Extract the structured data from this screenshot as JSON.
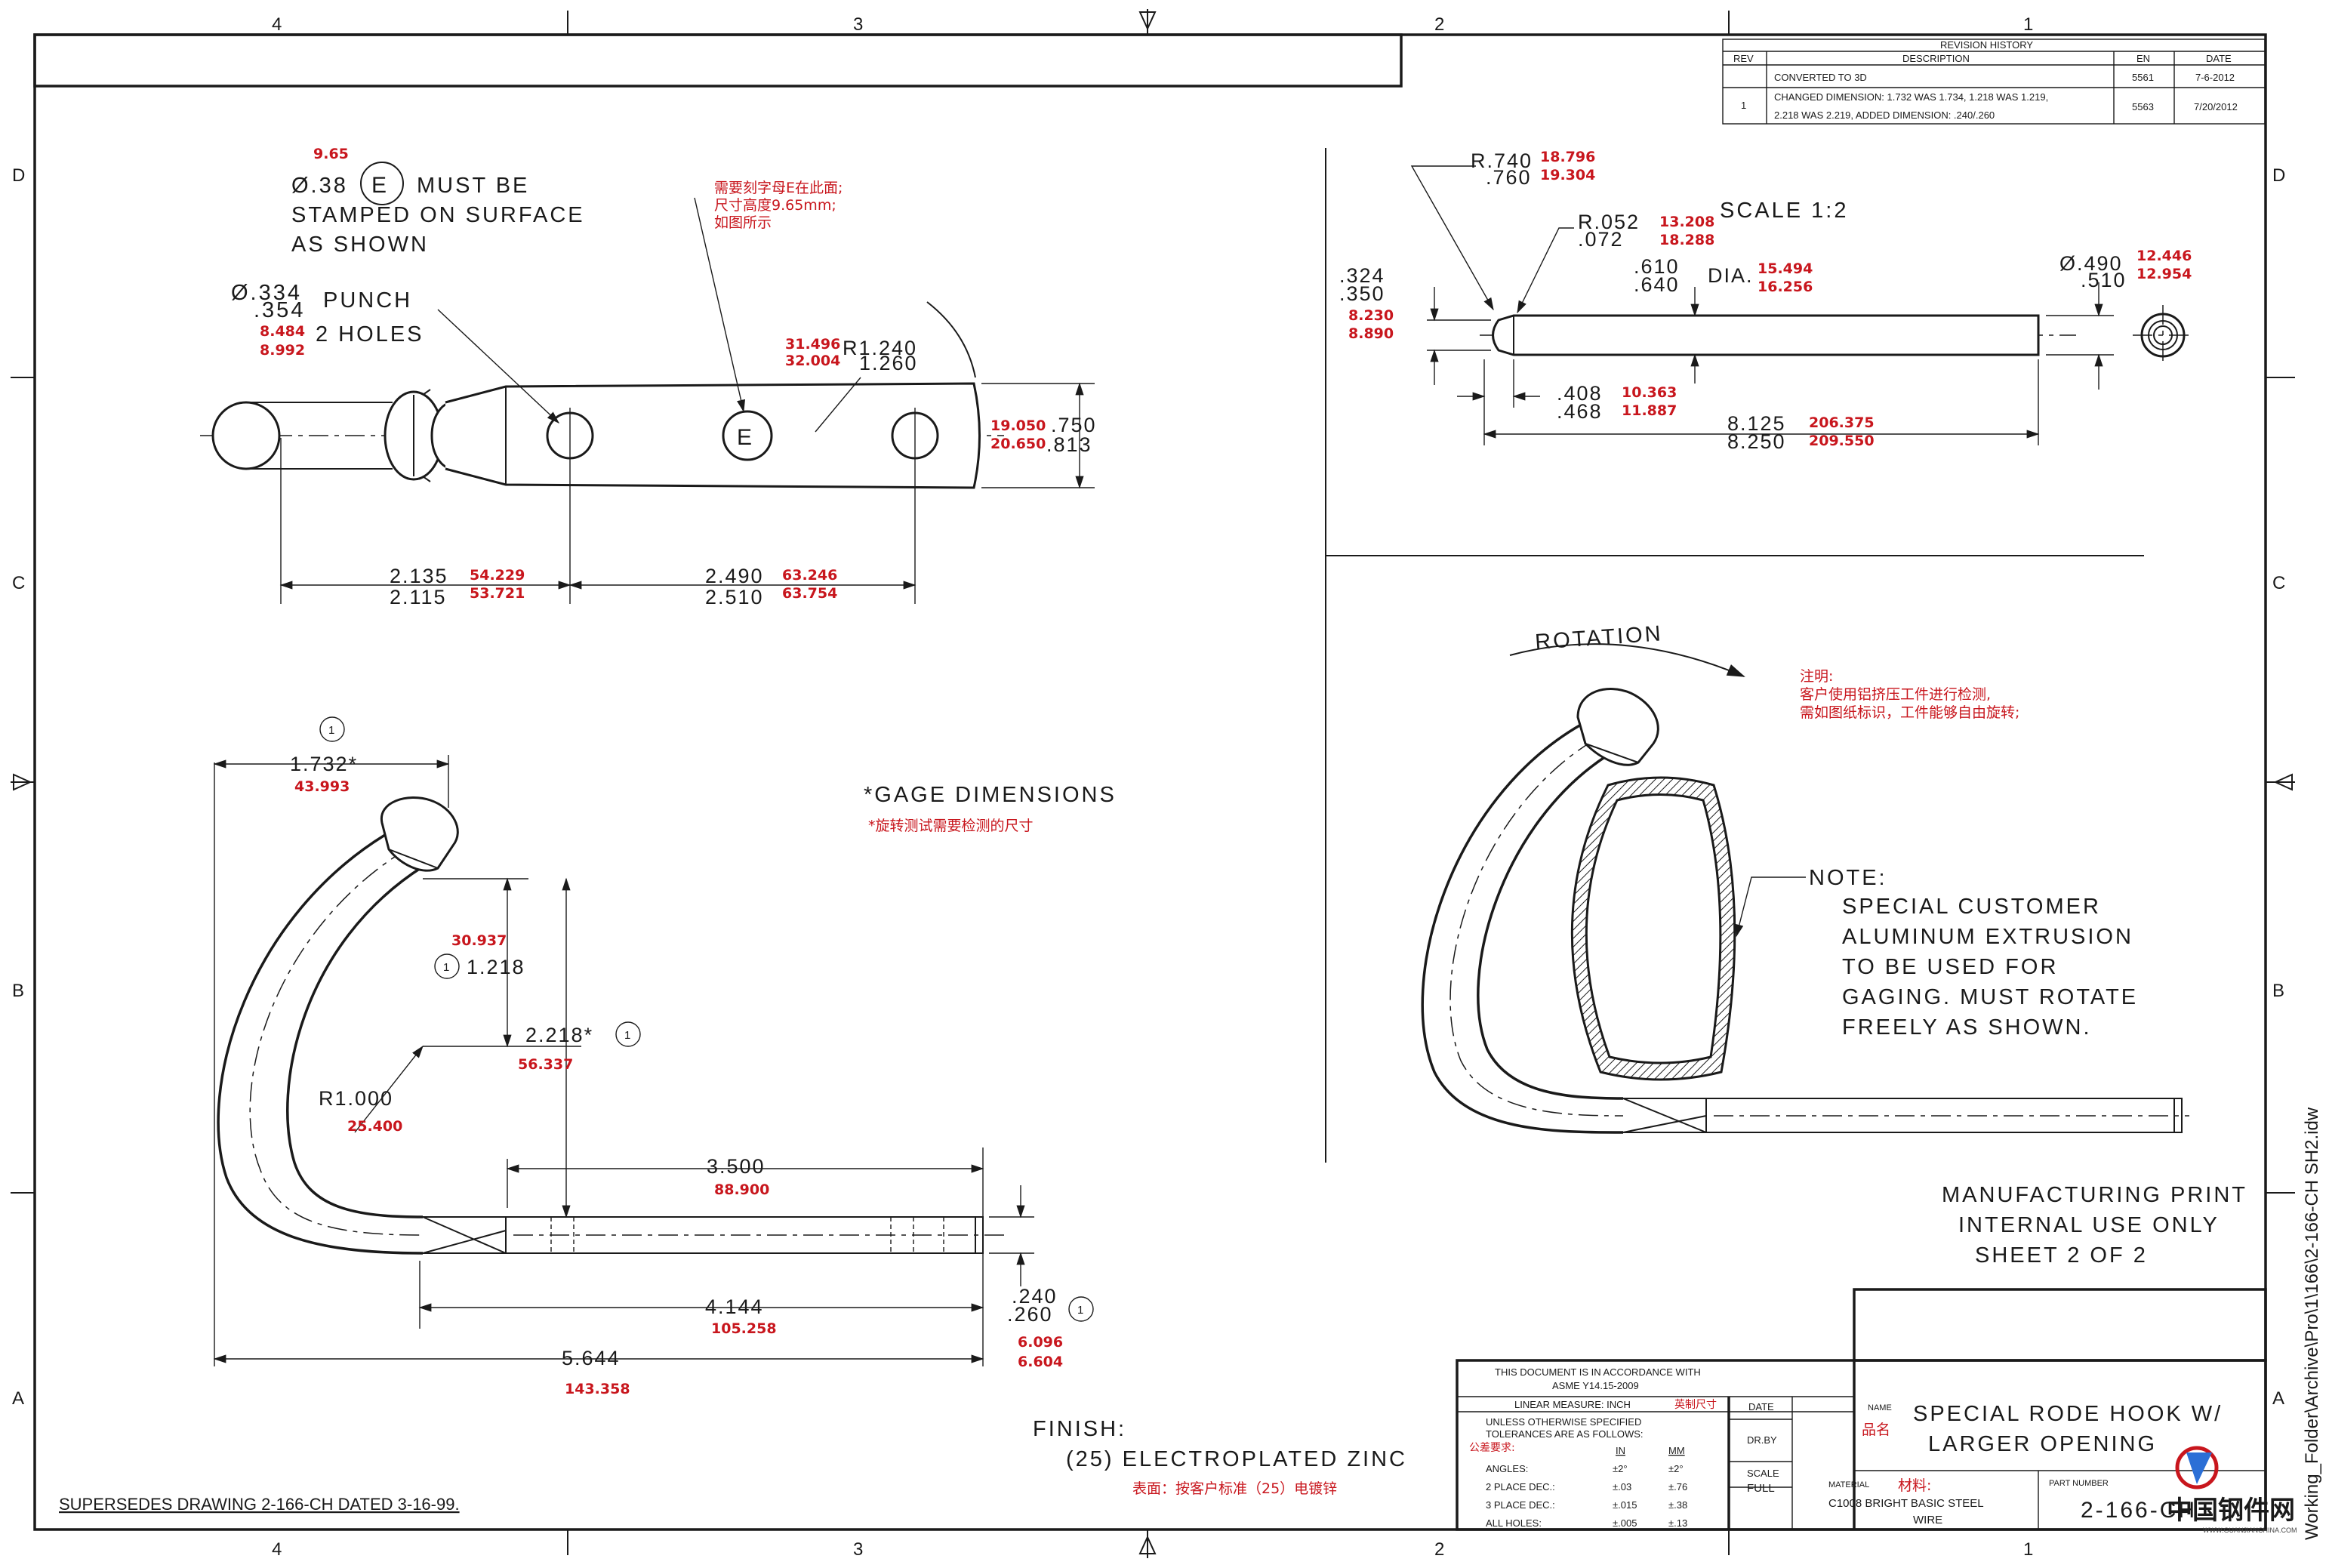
{
  "zones": {
    "top": [
      "4",
      "3",
      "2",
      "1"
    ],
    "bottom": [
      "4",
      "3",
      "2",
      "1"
    ],
    "left": [
      "D",
      "C",
      "B",
      "A"
    ],
    "right": [
      "D",
      "C",
      "B",
      "A"
    ]
  },
  "side_path": "Working_Folder\\Archive\\Pro\\1\\166\\2-166-CH SH2.idw",
  "revision": {
    "title": "REVISION HISTORY",
    "headers": [
      "REV",
      "DESCRIPTION",
      "EN",
      "DATE"
    ],
    "rows": [
      {
        "rev": "",
        "desc1": "CONVERTED TO 3D",
        "desc2": "",
        "en": "5561",
        "date": "7-6-2012"
      },
      {
        "rev": "1",
        "desc1": "CHANGED DIMENSION: 1.732 WAS 1.734, 1.218 WAS 1.219,",
        "desc2": "2.218 WAS 2.219, ADDED DIMENSION: .240/.260",
        "en": "5563",
        "date": "7/20/2012"
      }
    ]
  },
  "top_view": {
    "dia_stamp_red": "9.65",
    "dia_stamp": "Ø.38",
    "stamp_letter": "E",
    "stamp_note": [
      "MUST BE",
      "STAMPED ON SURFACE",
      "AS SHOWN"
    ],
    "stamp_cn": [
      "需要刻字母E在此面;",
      "尺寸高度9.65mm;",
      "如图所示"
    ],
    "punch_dia": [
      "Ø.334",
      ".354"
    ],
    "punch_label": "PUNCH",
    "punch_holes": "2 HOLES",
    "punch_red": [
      "8.484",
      "8.992"
    ],
    "radius_red": [
      "31.496",
      "32.004"
    ],
    "radius": [
      "R1.240",
      "1.260"
    ],
    "width": [
      ".750",
      ".813"
    ],
    "width_red": [
      "19.050",
      "20.650"
    ],
    "dim_a": [
      "2.135",
      "2.115"
    ],
    "dim_a_red": [
      "54.229",
      "53.721"
    ],
    "dim_b": [
      "2.490",
      "2.510"
    ],
    "dim_b_red": [
      "63.246",
      "63.754"
    ]
  },
  "pin_view": {
    "scale": "SCALE 1:2",
    "r_tip": [
      "R.740",
      ".760"
    ],
    "r_tip_red": [
      "18.796",
      "19.304"
    ],
    "r_small": [
      "R.052",
      ".072"
    ],
    "r_small_red": [
      "13.208",
      "18.288"
    ],
    "dia": [
      ".610",
      ".640"
    ],
    "dia_label": "DIA.",
    "dia_red": [
      "15.494",
      "16.256"
    ],
    "end_dia": [
      "Ø.490",
      ".510"
    ],
    "end_dia_red": [
      "12.446",
      "12.954"
    ],
    "tip_h": [
      ".324",
      ".350"
    ],
    "tip_h_red": [
      "8.230",
      "8.890"
    ],
    "tip_len": [
      ".408",
      ".468"
    ],
    "tip_len_red": [
      "10.363",
      "11.887"
    ],
    "length": [
      "8.125",
      "8.250"
    ],
    "length_red": [
      "206.375",
      "209.550"
    ]
  },
  "hook_view": {
    "d1": "1.732*",
    "d1_red": "43.993",
    "d2": "1.218",
    "d2_red": "30.937",
    "d3": "2.218*",
    "d3_red": "56.337",
    "radius": "R1.000",
    "radius_red": "25.400",
    "d4": "3.500",
    "d4_red": "88.900",
    "d5": "4.144",
    "d5_red": "105.258",
    "d6": "5.644",
    "d6_red": "143.358",
    "wire": [
      ".240",
      ".260"
    ],
    "wire_red": [
      "6.096",
      "6.604"
    ],
    "bubble": "1",
    "gage": "*GAGE DIMENSIONS",
    "gage_cn": "*旋转测试需要检测的尺寸"
  },
  "rotation_view": {
    "rotation": "ROTATION",
    "cn_note": [
      "注明:",
      "客户使用铝挤压工件进行检测,",
      "需如图纸标识，工件能够自由旋转;"
    ],
    "note_title": "NOTE:",
    "note_lines": [
      "SPECIAL CUSTOMER",
      "ALUMINUM EXTRUSION",
      "TO BE USED FOR",
      "GAGING. MUST ROTATE",
      "FREELY AS SHOWN."
    ]
  },
  "mfg": [
    "MANUFACTURING PRINT",
    "INTERNAL USE ONLY",
    "SHEET 2 OF 2"
  ],
  "finish": {
    "title": "FINISH:",
    "value": "(25) ELECTROPLATED ZINC",
    "cn": "表面：按客户标准（25）电镀锌"
  },
  "supersedes": "SUPERSEDES DRAWING 2-166-CH DATED 3-16-99.",
  "title_block": {
    "asme": [
      "THIS DOCUMENT IS IN ACCORDANCE WITH",
      "ASME Y14.15-2009"
    ],
    "linear": "LINEAR MEASURE: INCH",
    "linear_cn": "英制尺寸",
    "tol_head": [
      "UNLESS OTHERWISE SPECIFIED",
      "TOLERANCES ARE AS FOLLOWS:"
    ],
    "tol_cn": "公差要求:",
    "tol_cols": [
      "IN",
      "MM"
    ],
    "tol_rows": [
      {
        "label": "ANGLES:",
        "in": "±2°",
        "mm": "±2°"
      },
      {
        "label": "2 PLACE DEC.:",
        "in": "±.03",
        "mm": "±.76"
      },
      {
        "label": "3 PLACE DEC.:",
        "in": "±.015",
        "mm": "±.38"
      },
      {
        "label": "ALL HOLES:",
        "in": "±.005",
        "mm": "±.13"
      }
    ],
    "date_label": "DATE",
    "drby_label": "DR.BY",
    "scale_label": "SCALE",
    "scale_value": "FULL",
    "name_label": "NAME",
    "name_cn": "品名",
    "name": [
      "SPECIAL RODE HOOK W/",
      "LARGER OPENING"
    ],
    "material_label": "MATERIAL",
    "material_cn": "材料:",
    "material": [
      "C1008 BRIGHT BASIC STEEL",
      "WIRE"
    ],
    "part_label": "PART NUMBER",
    "part_number": "2-166-CH"
  },
  "watermark": {
    "text": "中国钢件网",
    "url": "WWW.GUANJIANCHINA.COM"
  }
}
